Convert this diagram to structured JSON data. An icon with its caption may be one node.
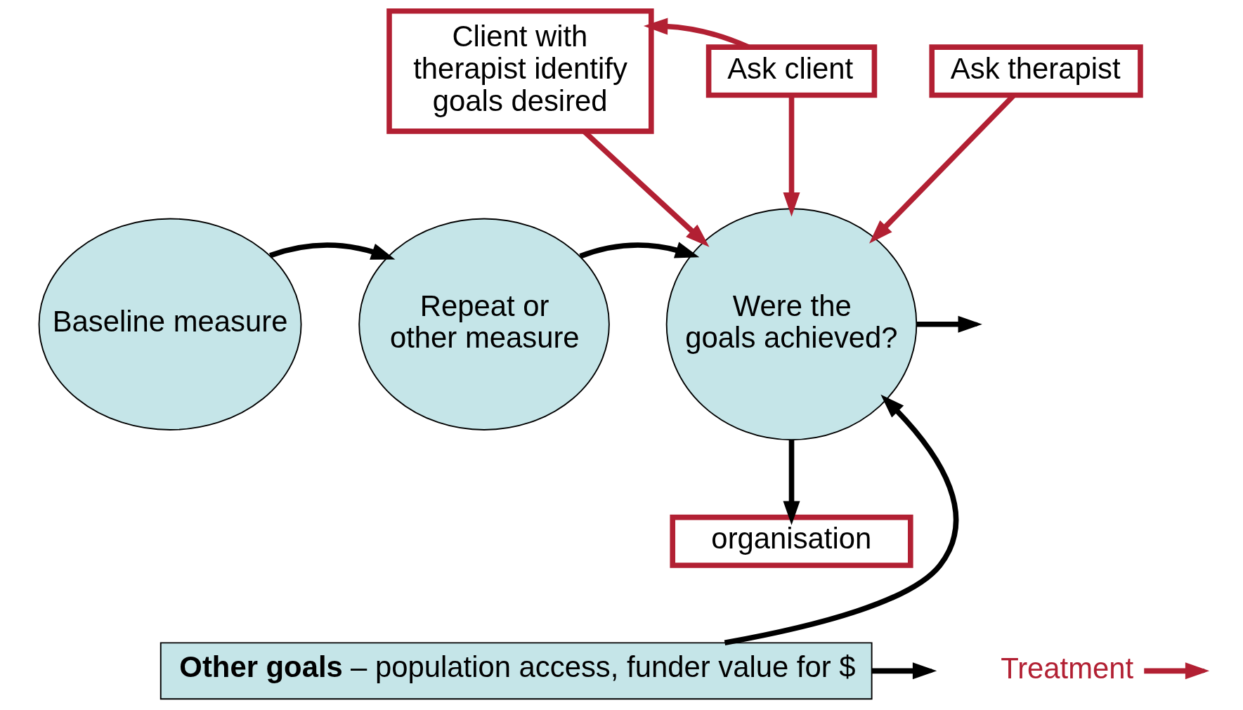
{
  "diagram": {
    "nodes": [
      {
        "text": [
          "Client with therapist identify goals desired"
        ]
      },
      {
        "text": [
          "Ask client"
        ]
      },
      {
        "text": [
          "Ask therapist"
        ]
      },
      {
        "text": [
          "Baseline measure"
        ]
      },
      {
        "text": [
          "Repeat or other measure"
        ]
      },
      {
        "text": [
          "Were the goals achieved?"
        ]
      },
      {
        "text": [
          "organisation"
        ]
      },
      {
        "text": [
          "**Other goals** – population access, funder value for $"
        ]
      },
      {
        "text": [
          "Treatment"
        ]
      }
    ],
    "edges": [
      {
        "from": 1,
        "to": 0,
        "arrow": "to",
        "color": "#b22033"
      },
      {
        "from": 0,
        "to": 5,
        "arrow": "to",
        "color": "#b22033"
      },
      {
        "from": 1,
        "to": 5,
        "arrow": "to",
        "color": "#b22033"
      },
      {
        "from": 2,
        "to": 5,
        "arrow": "to",
        "color": "#b22033"
      },
      {
        "from": 3,
        "to": 4,
        "arrow": "to"
      },
      {
        "from": 4,
        "to": 5,
        "arrow": "to"
      },
      {
        "from": 5,
        "to": null,
        "arrow": "to"
      },
      {
        "from": 5,
        "to": 6,
        "arrow": "to"
      },
      {
        "from": 8,
        "to": null,
        "arrow": "to",
        "color": "#b22033"
      },
      {
        "from": 7,
        "to": 5,
        "arrow": "to"
      },
      {
        "from": 7,
        "to": null,
        "arrow": "to"
      }
    ]
  }
}
